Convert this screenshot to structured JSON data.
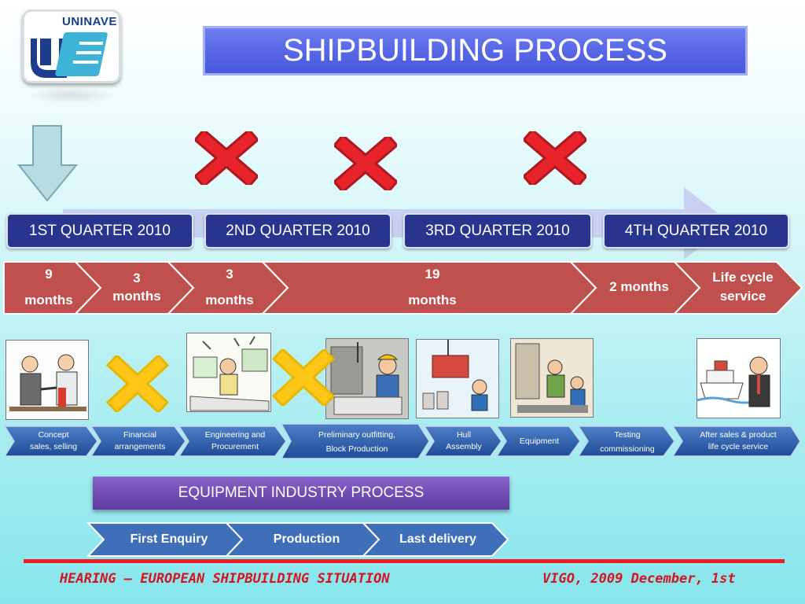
{
  "logo": {
    "text": "UNINAVE"
  },
  "title": "SHIPBUILDING PROCESS",
  "colors": {
    "title_bg": "#5867e6",
    "quarter_bg": "#27358f",
    "months_bg": "#c0504d",
    "process_bg": "#2f5eaa",
    "equip_banner": "#6f4bb2",
    "stage_bg": "#4f81bd",
    "footer": "#d9121f"
  },
  "quarters": [
    "1ST QUARTER 2010",
    "2ND QUARTER 2010",
    "3RD QUARTER 2010",
    "4TH QUARTER 2010"
  ],
  "months": [
    {
      "line1": "9",
      "line2": "months"
    },
    {
      "line1": "3",
      "line2": "months"
    },
    {
      "line1": "3",
      "line2": "months"
    },
    {
      "line1": "19",
      "line2": "months"
    },
    {
      "line1": "2 months",
      "line2": ""
    },
    {
      "line1": "Life cycle",
      "line2": "service"
    }
  ],
  "process_steps": [
    {
      "line1": "Concept",
      "line2": "sales, selling"
    },
    {
      "line1": "Financial",
      "line2": "arrangements"
    },
    {
      "line1": "Engineering and",
      "line2": "Procurement"
    },
    {
      "line1": "Preliminary outfitting,",
      "line2": "Block Production"
    },
    {
      "line1": "Hull",
      "line2": "Assembly"
    },
    {
      "line1": "Equipment",
      "line2": ""
    },
    {
      "line1": "Testing",
      "line2": "commissioning"
    },
    {
      "line1": "After sales & product",
      "line2": "life cycle service"
    }
  ],
  "equipment_title": "EQUIPMENT INDUSTRY PROCESS",
  "equipment_steps": [
    "First Enquiry",
    "Production",
    "Last delivery"
  ],
  "footer": {
    "left": "HEARING – EUROPEAN SHIPBUILDING SITUATION",
    "right": "VIGO, 2009 December, 1st"
  },
  "icons": [
    "down-arrow-icon",
    "red-x-icon",
    "yellow-x-icon",
    "logo-icon"
  ],
  "pictures": [
    "business-meeting-cartoon",
    "engineering-office-cartoon",
    "block-production-cartoon",
    "hull-assembly-cartoon",
    "equipment-workers-cartoon",
    "cruise-ship-cartoon"
  ]
}
